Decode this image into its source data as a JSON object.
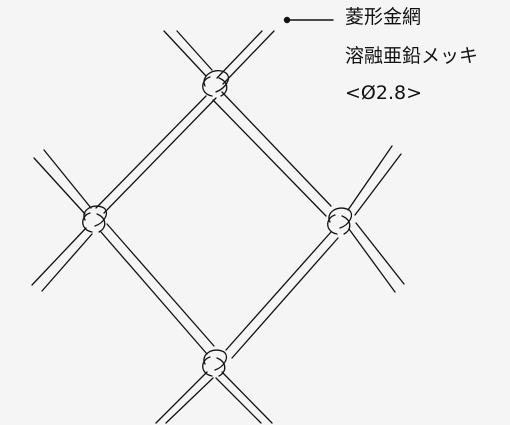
{
  "annotation": {
    "name": "菱形金網",
    "finish": "溶融亜鉛メッキ",
    "spec": "<Ø2.8>"
  },
  "colors": {
    "background": "#f5f5f5",
    "line": "#111111"
  }
}
